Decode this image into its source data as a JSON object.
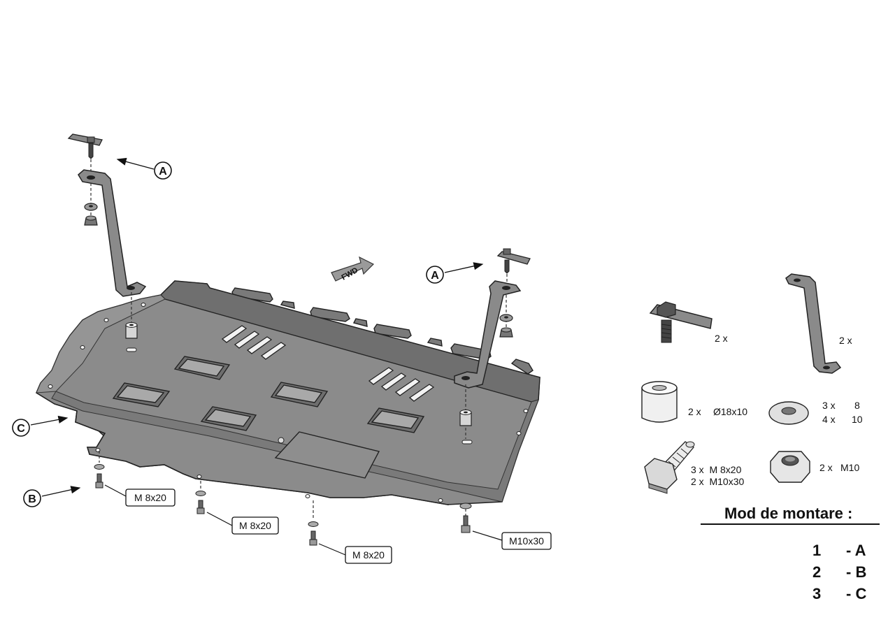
{
  "diagram": {
    "callouts": {
      "a": "A",
      "b": "B",
      "c": "C"
    },
    "fwd_arrow": "FWD",
    "bolt_labels": {
      "left": "M 8x20",
      "middle": "M 8x20",
      "bottom": "M 8x20",
      "right": "M10x30"
    }
  },
  "parts_list": {
    "clip_bolt": {
      "qty": "2 x"
    },
    "bracket": {
      "qty": "2 x"
    },
    "spacer": {
      "qty": "2 x",
      "size": "Ø18x10"
    },
    "washer": {
      "qty_1": "3 x",
      "size_1": "8",
      "qty_2": "4 x",
      "size_2": "10"
    },
    "bolt": {
      "line_1": "3 x  M 8x20",
      "line_2": "2 x  M10x30"
    },
    "nut": {
      "qty": "2 x",
      "size": "M10"
    }
  },
  "mounting": {
    "title": "Mod de montare :",
    "steps": [
      {
        "number": "1",
        "code": "- A"
      },
      {
        "number": "2",
        "code": "- B"
      },
      {
        "number": "3",
        "code": "- C"
      }
    ]
  },
  "colors": {
    "plate": "#8a8a8a",
    "plate_dark": "#555555",
    "plate_light": "#b5b5b5",
    "ink": "#111111"
  }
}
